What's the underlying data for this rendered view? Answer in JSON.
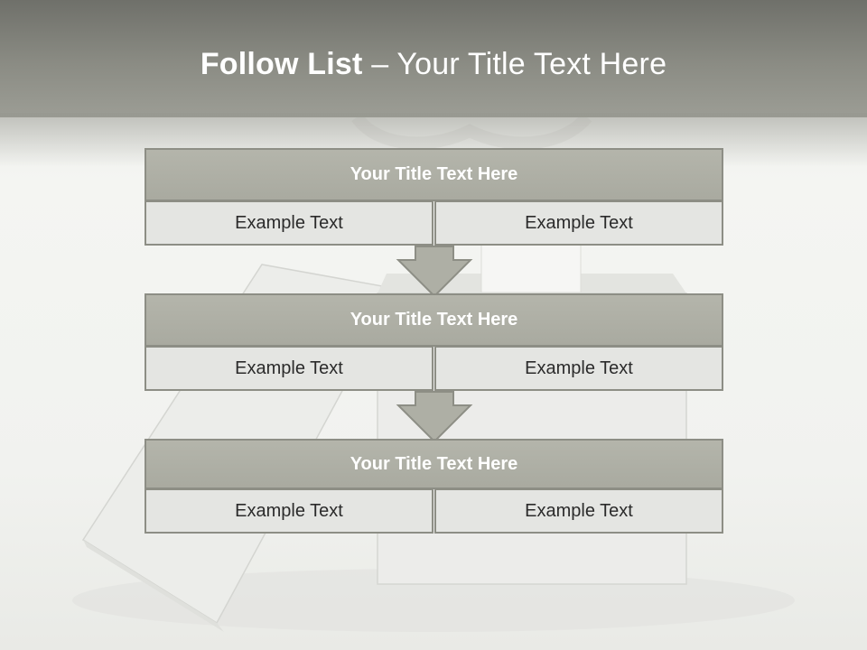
{
  "title": {
    "bold": "Follow List",
    "rest": " – Your Title Text Here"
  },
  "blocks": [
    {
      "title": "Your Title Text Here",
      "left": "Example Text",
      "right": "Example Text"
    },
    {
      "title": "Your Title Text Here",
      "left": "Example Text",
      "right": "Example Text"
    },
    {
      "title": "Your Title Text Here",
      "left": "Example Text",
      "right": "Example Text"
    }
  ],
  "colors": {
    "header": "#8b8c84",
    "block_title_fill": "#aeafa5",
    "border": "#8d8e85",
    "cell_fill": "#e4e5e2",
    "arrow_fill": "#aeafa5"
  }
}
